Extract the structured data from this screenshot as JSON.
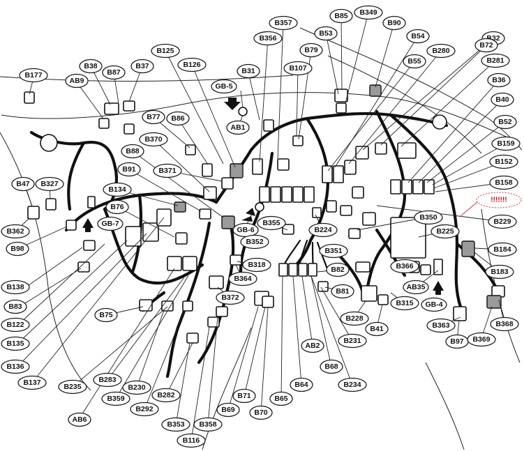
{
  "labels": {
    "B357": "B357",
    "B85": "B85",
    "B349": "B349",
    "B90": "B90",
    "B53": "B53",
    "B54": "B54",
    "B32": "B32",
    "B356": "B356",
    "B79": "B79",
    "B72": "B72",
    "B280": "B280",
    "B125": "B125",
    "B55": "B55",
    "B281": "B281",
    "B38": "B38",
    "B37": "B37",
    "B126": "B126",
    "B107": "B107",
    "B177": "B177",
    "B87": "B87",
    "B31": "B31",
    "B36": "B36",
    "AB9": "AB9",
    "GB5": "GB-5",
    "B40": "B40",
    "B77": "B77",
    "B86": "B86",
    "AB1": "AB1",
    "B52": "B52",
    "B370": "B370",
    "B159": "B159",
    "B88": "B88",
    "B152": "B152",
    "B91": "B91",
    "B371": "B371",
    "B47": "B47",
    "B327": "B327",
    "B158": "B158",
    "B134": "B134",
    "B76": "B76",
    "B229": "B229",
    "B350": "B350",
    "GB7": "GB-7",
    "B355": "B355",
    "B362": "B362",
    "GB6": "GB-6",
    "B224": "B224",
    "B225": "B225",
    "B352": "B352",
    "B98": "B98",
    "B184": "B184",
    "B351": "B351",
    "B318": "B318",
    "B366": "B366",
    "B183": "B183",
    "B82": "B82",
    "B138": "B138",
    "B364": "B364",
    "AB35": "AB35",
    "B81": "B81",
    "B83": "B83",
    "B372": "B372",
    "B315": "B315",
    "GB4": "GB-4",
    "B75": "B75",
    "B122": "B122",
    "B228": "B228",
    "B368": "B368",
    "B41": "B41",
    "B363": "B363",
    "B135": "B135",
    "B97": "B97",
    "B369": "B369",
    "B231": "B231",
    "AB2": "AB2",
    "B136": "B136",
    "B68": "B68",
    "B137": "B137",
    "B235": "B235",
    "B283": "B283",
    "B230": "B230",
    "B64": "B64",
    "B234": "B234",
    "B359": "B359",
    "B71": "B71",
    "B65": "B65",
    "B282": "B282",
    "B292": "B292",
    "B69": "B69",
    "B70": "B70",
    "AB6": "AB6",
    "B353": "B353",
    "B358": "B358",
    "B116": "B116"
  },
  "annotation": {
    "text": "!!!!!!!",
    "color": "#e00000"
  }
}
